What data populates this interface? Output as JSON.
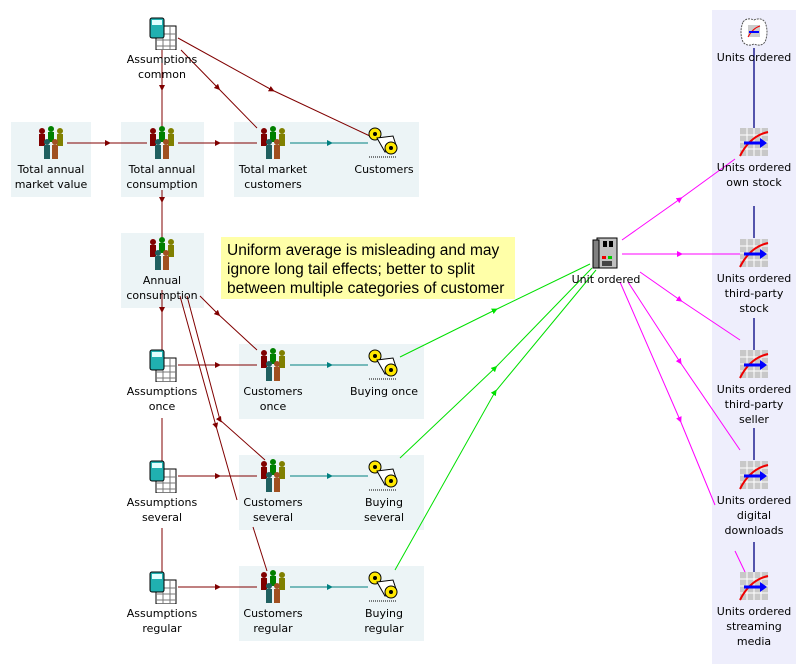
{
  "note": "Uniform average is misleading and may\nignore long tail effects; better to split\nbetween multiple categories of customer",
  "colors": {
    "dependency": "#800000",
    "flow": "#008080",
    "green": "#00e000",
    "magenta": "#ff00ff",
    "navy": "#000080",
    "panel": "#ecf4f6",
    "right_panel": "#eeeefc",
    "note": "#ffffa8"
  },
  "nodes": {
    "assumptions_common": {
      "label": "Assumptions\ncommon",
      "icon": "spreadsheet-calculator-icon"
    },
    "total_annual_market_value": {
      "label": "Total annual\nmarket value",
      "icon": "people-group-icon"
    },
    "total_annual_consumption": {
      "label": "Total annual\nconsumption",
      "icon": "people-group-icon"
    },
    "total_market_customers": {
      "label": "Total market\ncustomers",
      "icon": "people-group-icon"
    },
    "customers": {
      "label": "Customers",
      "icon": "handshake-coins-icon"
    },
    "annual_consumption": {
      "label": "Annual\nconsumption",
      "icon": "people-group-icon"
    },
    "assumptions_once": {
      "label": "Assumptions\nonce",
      "icon": "spreadsheet-calculator-icon"
    },
    "customers_once": {
      "label": "Customers\nonce",
      "icon": "people-group-icon"
    },
    "buying_once": {
      "label": "Buying once",
      "icon": "handshake-coins-icon"
    },
    "assumptions_several": {
      "label": "Assumptions\nseveral",
      "icon": "spreadsheet-calculator-icon"
    },
    "customers_several": {
      "label": "Customers\nseveral",
      "icon": "people-group-icon"
    },
    "buying_several": {
      "label": "Buying\nseveral",
      "icon": "handshake-coins-icon"
    },
    "assumptions_regular": {
      "label": "Assumptions\nregular",
      "icon": "spreadsheet-calculator-icon"
    },
    "customers_regular": {
      "label": "Customers\nregular",
      "icon": "people-group-icon"
    },
    "buying_regular": {
      "label": "Buying\nregular",
      "icon": "handshake-coins-icon"
    },
    "unit_ordered": {
      "label": "Unit ordered",
      "icon": "server-cabinet-icon"
    },
    "units_ordered": {
      "label": "Units ordered",
      "icon": "graph-cloud-icon"
    },
    "units_own_stock": {
      "label": "Units ordered\nown stock",
      "icon": "graph-chart-icon"
    },
    "units_third_party_stock": {
      "label": "Units ordered\nthird-party\nstock",
      "icon": "graph-chart-icon"
    },
    "units_third_party_seller": {
      "label": "Units ordered\nthird-party\nseller",
      "icon": "graph-chart-icon"
    },
    "units_digital_downloads": {
      "label": "Units ordered\ndigital\ndownloads",
      "icon": "graph-chart-icon"
    },
    "units_streaming_media": {
      "label": "Units ordered\nstreaming\nmedia",
      "icon": "graph-chart-icon"
    }
  }
}
